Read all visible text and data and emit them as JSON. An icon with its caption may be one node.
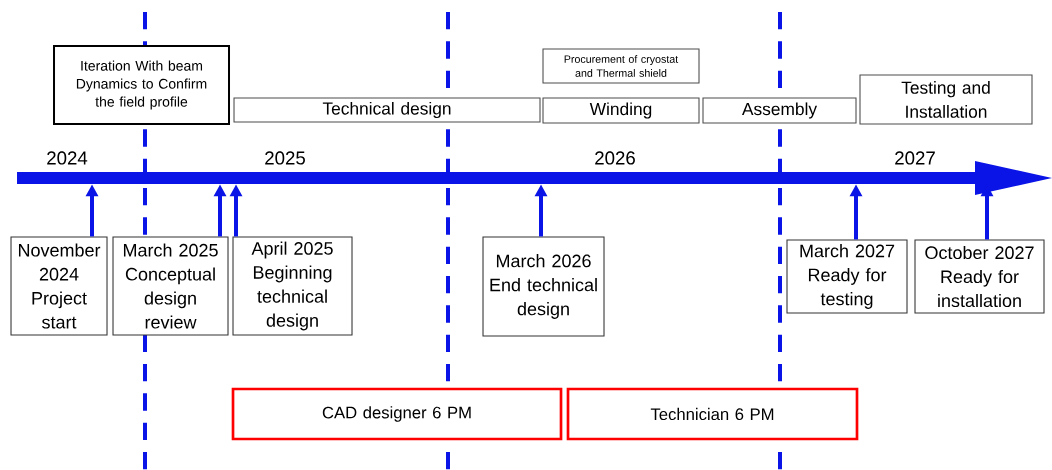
{
  "diagram": {
    "nodes": [
      {
        "text": [
          "Iteration With beam Dynamics to Confirm the field profile"
        ]
      },
      {
        "text": [
          "Procurement of cryostat and Thermal shield"
        ]
      },
      {
        "text": [
          "Technical design"
        ]
      },
      {
        "text": [
          "Winding"
        ]
      },
      {
        "text": [
          "Assembly"
        ]
      },
      {
        "text": [
          "Testing and Installation"
        ]
      },
      {
        "text": [],
        "shape": "arrow"
      },
      {
        "text": [
          "November 2024 Project start"
        ]
      },
      {
        "text": [
          "March 2025 Conceptual design review"
        ]
      },
      {
        "text": [
          "April 2025 Beginning technical design"
        ]
      },
      {
        "text": [
          "March 2026 End technical design"
        ]
      },
      {
        "text": [
          "March 2027 Ready for testing"
        ]
      },
      {
        "text": [
          "October 2027 Ready for installation"
        ]
      },
      {
        "text": [
          "CAD designer 6 PM"
        ]
      },
      {
        "text": [
          "Technician 6 PM"
        ]
      }
    ],
    "edges": [
      {
        "from": 7,
        "to": 6,
        "arrow": "to"
      },
      {
        "from": 8,
        "to": 6,
        "arrow": "to"
      },
      {
        "from": 9,
        "to": 6,
        "arrow": "to"
      },
      {
        "from": 10,
        "to": 6,
        "arrow": "to"
      },
      {
        "from": 11,
        "to": 6,
        "arrow": "to"
      },
      {
        "from": 12,
        "to": 6,
        "arrow": "to"
      }
    ],
    "labels": [
      "2024",
      "2025",
      "2026",
      "2027"
    ]
  }
}
